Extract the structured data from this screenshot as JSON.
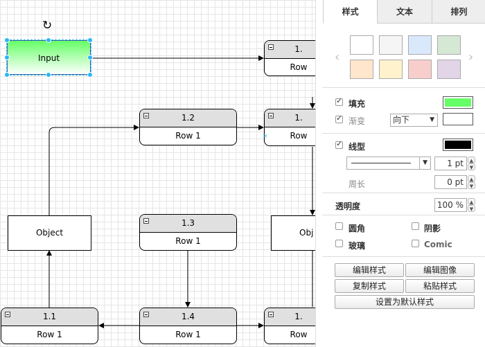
{
  "diagram": {
    "input_label": "Input",
    "nodes": [
      {
        "id": "n12a",
        "title": "1.",
        "row": "Row"
      },
      {
        "id": "n12",
        "title": "1.2",
        "row": "Row 1"
      },
      {
        "id": "n1x",
        "title": "1.",
        "row": "Row"
      },
      {
        "id": "n13",
        "title": "1.3",
        "row": "Row 1"
      },
      {
        "id": "n11",
        "title": "1.1",
        "row": "Row 1"
      },
      {
        "id": "n14",
        "title": "1.4",
        "row": "Row 1"
      },
      {
        "id": "n1y",
        "title": "1.",
        "row": "Row"
      }
    ],
    "object_left": "Object",
    "object_right": "Obj"
  },
  "panel": {
    "tabs": [
      "样式",
      "文本",
      "排列"
    ],
    "swatches": [
      "#ffffff",
      "#f5f5f5",
      "#dae8fc",
      "#d5e8d4",
      "#ffe6cc",
      "#fff2cc",
      "#f8cecc",
      "#e1d5e7"
    ],
    "fill": {
      "label": "填充",
      "checked": true,
      "color": "#66ff66"
    },
    "gradient": {
      "label": "渐变",
      "checked": true,
      "direction": "向下",
      "color": "#ffffff"
    },
    "line": {
      "label": "线型",
      "checked": true,
      "color": "#000000",
      "width": "1 pt"
    },
    "perimeter": {
      "label": "周长",
      "value": "0 pt"
    },
    "opacity": {
      "label": "透明度",
      "value": "100 %"
    },
    "rounded": {
      "label": "圆角",
      "checked": false
    },
    "shadow": {
      "label": "阴影",
      "checked": false
    },
    "glass": {
      "label": "玻璃",
      "checked": false
    },
    "comic": {
      "label": "Comic",
      "checked": false
    },
    "buttons": {
      "edit_style": "编辑样式",
      "edit_image": "编辑图像",
      "copy_style": "复制样式",
      "paste_style": "粘贴样式",
      "set_default": "设置为默认样式"
    }
  }
}
